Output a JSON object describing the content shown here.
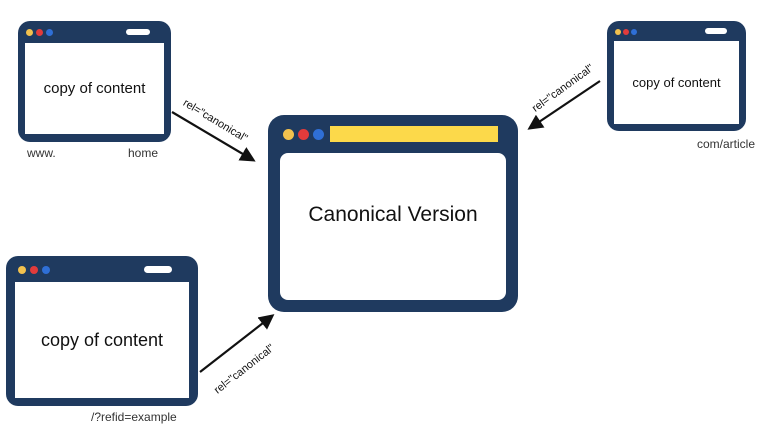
{
  "colors": {
    "frame": "#1f3a5f",
    "dot_yellow": "#f2c14e",
    "dot_red": "#e23b3b",
    "dot_blue": "#2f6fd6",
    "address_bar": "#fcd94a",
    "arrow": "#111111"
  },
  "canonical": {
    "title": "Canonical Version"
  },
  "windows": {
    "top_left": {
      "text": "copy of content",
      "url_left": "www.",
      "url_right": "home"
    },
    "top_right": {
      "text": "copy of content",
      "url": "com/article"
    },
    "bottom_left": {
      "text": "copy of content",
      "url": "/?refid=example"
    }
  },
  "arrows": {
    "top_left_label": "rel=\"canonical\"",
    "top_right_label": "rel=\"canonical\"",
    "bottom_left_label": "rel=\"canonical\""
  }
}
